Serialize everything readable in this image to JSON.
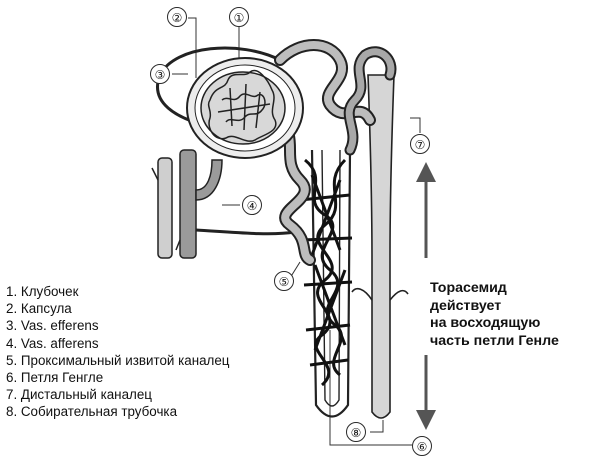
{
  "callouts": [
    "①",
    "②",
    "③",
    "④",
    "⑤",
    "⑥",
    "⑦",
    "⑧"
  ],
  "legend": {
    "items": [
      "1. Клубочек",
      "2. Капсула",
      "3. Vas. efferens",
      "4. Vas. afferens",
      "5. Проксимальный извитой каналец",
      "6. Петля Генгле",
      "7. Дистальный каналец",
      "8. Собирательная трубочка"
    ]
  },
  "annotation": {
    "lines": [
      "Торасемид",
      "действует",
      "на восходящую",
      "часть петли Генле"
    ]
  }
}
